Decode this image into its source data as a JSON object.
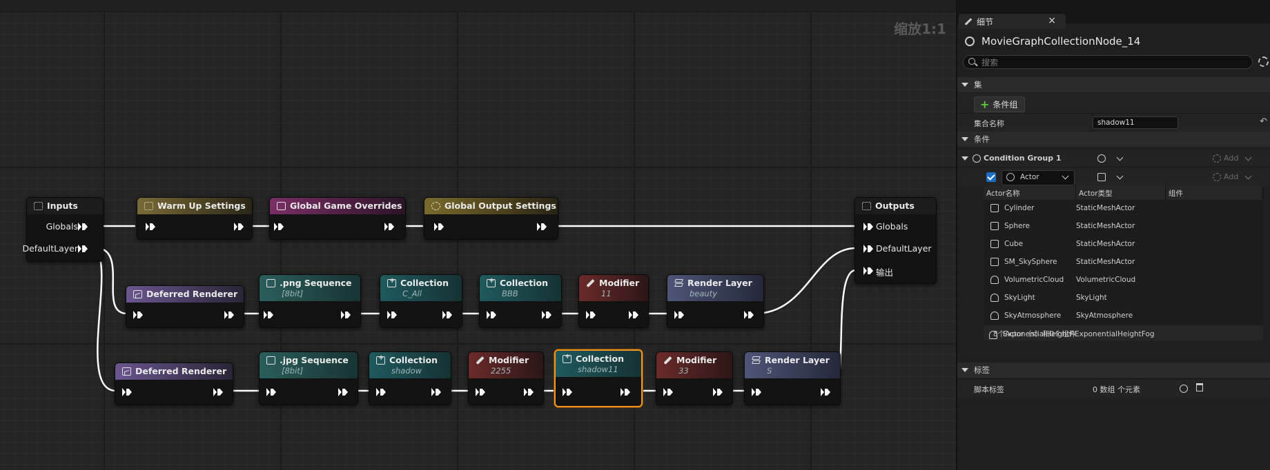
{
  "graph": {
    "zoom_label": "缩放1:1",
    "nodes": {
      "inputs": {
        "title": "Inputs",
        "pins": [
          "Globals",
          "DefaultLayer"
        ]
      },
      "warmup": {
        "title": "Warm Up Settings"
      },
      "game_overrides": {
        "title": "Global Game Overrides"
      },
      "output_settings": {
        "title": "Global Output Settings"
      },
      "outputs": {
        "title": "Outputs",
        "pins": [
          "Globals",
          "DefaultLayer",
          "输出"
        ]
      },
      "row1": [
        {
          "title": "Deferred Renderer",
          "sub": ""
        },
        {
          "title": ".png Sequence",
          "sub": "[8bit]"
        },
        {
          "title": "Collection",
          "sub": "C_All"
        },
        {
          "title": "Collection",
          "sub": "BBB"
        },
        {
          "title": "Modifier",
          "sub": "11"
        },
        {
          "title": "Render Layer",
          "sub": "beauty"
        }
      ],
      "row2": [
        {
          "title": "Deferred Renderer",
          "sub": ""
        },
        {
          "title": ".jpg Sequence",
          "sub": "[8bit]"
        },
        {
          "title": "Collection",
          "sub": "shadow"
        },
        {
          "title": "Modifier",
          "sub": "2255"
        },
        {
          "title": "Collection",
          "sub": "shadow11"
        },
        {
          "title": "Modifier",
          "sub": "33"
        },
        {
          "title": "Render Layer",
          "sub": "S"
        }
      ]
    },
    "colors": {
      "collection": "#1f5a5e",
      "sequence": "#2a5e5a",
      "modifier": "#6a2a2a",
      "render_layer": "#4e5678",
      "deferred": "#6a5690",
      "warmup": "#7a6a36",
      "overrides": "#7a2e66",
      "output_settings": "#7a6a2a",
      "selected": "#f0961e"
    }
  },
  "panel": {
    "tab_label": "细节",
    "object_name": "MovieGraphCollectionNode_14",
    "search_placeholder": "搜索",
    "sections": {
      "collection": "集",
      "conditions": "条件",
      "tags": "标签"
    },
    "add_group_label": "条件组",
    "collection_name_label": "集合名称",
    "collection_name_value": "shadow11",
    "condition_group_label": "Condition Group 1",
    "add_label": "Add",
    "actor_dropdown": "Actor",
    "table": {
      "headers": [
        "Actor名称",
        "Actor类型",
        "组件"
      ],
      "rows": [
        {
          "name": "Cylinder",
          "type": "StaticMeshActor"
        },
        {
          "name": "Sphere",
          "type": "StaticMeshActor"
        },
        {
          "name": "Cube",
          "type": "StaticMeshActor"
        },
        {
          "name": "SM_SkySphere",
          "type": "StaticMeshActor"
        },
        {
          "name": "VolumetricCloud",
          "type": "VolumetricCloud"
        },
        {
          "name": "SkyLight",
          "type": "SkyLight"
        },
        {
          "name": "SkyAtmosphere",
          "type": "SkyAtmosphere"
        },
        {
          "name": "ExponentialHeightFog",
          "type": "ExponentialHeightFog"
        }
      ],
      "footer": "8个Actor（s）和0个组件"
    },
    "script_tags_label": "脚本标签",
    "script_tags_value": "0 数组 个元素"
  }
}
